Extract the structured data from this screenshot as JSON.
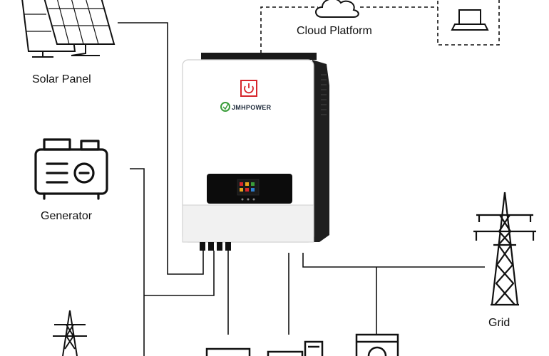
{
  "diagram": {
    "nodes": {
      "solar_panel": {
        "label": "Solar Panel"
      },
      "generator": {
        "label": "Generator"
      },
      "cloud_platform": {
        "label": "Cloud Platform"
      },
      "grid": {
        "label": "Grid"
      },
      "inverter": {
        "brand": "JMHPOWER"
      }
    },
    "icons": [
      "solar-panel-icon",
      "generator-icon",
      "cloud-icon",
      "laptop-icon",
      "transmission-tower-icon",
      "power-button-icon",
      "logo-icon",
      "battery-icon",
      "computer-icon",
      "washing-machine-icon"
    ],
    "colors": {
      "line": "#111111",
      "accent": "#d7262c",
      "logo_green": "#3a9d3a",
      "screen": "#0c0c0c"
    }
  }
}
